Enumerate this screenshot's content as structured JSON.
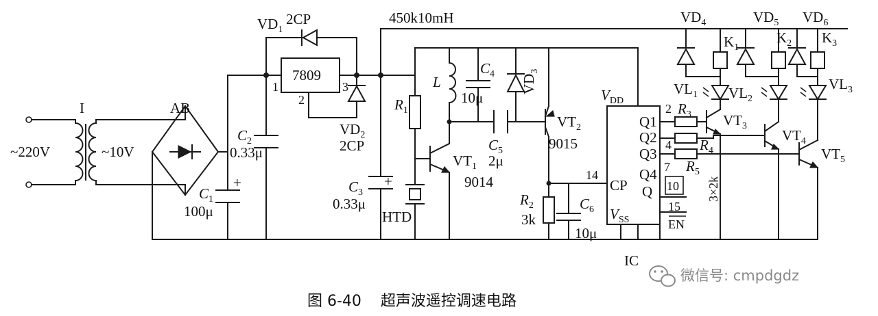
{
  "labels": {
    "transformer": "I",
    "ac_in": "~220V",
    "ac_out": "~10V",
    "bridge": "AB",
    "vd1": "VD",
    "vd1_sub": "1",
    "vd1_type": "2CP",
    "choke": "450k10mH",
    "reg": "7809",
    "reg_pin1": "1",
    "reg_pin2": "2",
    "reg_pin3": "3",
    "vd2": "VD",
    "vd2_sub": "2",
    "vd2_type": "2CP",
    "c1": "C",
    "c1_sub": "1",
    "c1_val": "100μ",
    "c1_plus": "+",
    "c2": "C",
    "c2_sub": "2",
    "c2_val": "0.33μ",
    "c3": "C",
    "c3_sub": "3",
    "c3_val": "0.33μ",
    "c3_plus": "+",
    "htd": "HTD",
    "r1": "R",
    "r1_sub": "1",
    "l": "L",
    "c4": "C",
    "c4_sub": "4",
    "c4_val": "10μ",
    "vd3": "VD",
    "vd3_sub": "3",
    "c5": "C",
    "c5_sub": "5",
    "c5_val": "2μ",
    "vt1": "VT",
    "vt1_sub": "1",
    "vt1_type": "9014",
    "vt2": "VT",
    "vt2_sub": "2",
    "vt2_type": "9015",
    "r2": "R",
    "r2_sub": "2",
    "r2_val": "3k",
    "c6": "C",
    "c6_sub": "6",
    "c6_val": "10μ",
    "ic": "IC",
    "vdd": "V",
    "vdd_sub": "DD",
    "vss": "V",
    "vss_sub": "SS",
    "cp": "CP",
    "q1": "Q1",
    "q2": "Q2",
    "q3": "Q3",
    "q4": "Q4",
    "q": "Q",
    "pin2": "2",
    "pin4": "4",
    "pin7": "7",
    "pin10": "10",
    "pin14": "14",
    "pin15": "15",
    "en": "EN",
    "r3": "R",
    "r3_sub": "3",
    "r4": "R",
    "r4_sub": "4",
    "r5": "R",
    "r5_sub": "5",
    "r_val": "3×2k",
    "vd4": "VD",
    "vd4_sub": "4",
    "vd5": "VD",
    "vd5_sub": "5",
    "vd6": "VD",
    "vd6_sub": "6",
    "k1": "K",
    "k1_sub": "1",
    "k2": "K",
    "k2_sub": "2",
    "k3": "K",
    "k3_sub": "3",
    "vl1": "VL",
    "vl1_sub": "1",
    "vl2": "VL",
    "vl2_sub": "2",
    "vl3": "VL",
    "vl3_sub": "3",
    "vt3": "VT",
    "vt3_sub": "3",
    "vt4": "VT",
    "vt4_sub": "4",
    "vt5": "VT",
    "vt5_sub": "5"
  },
  "caption": "图 6-40    超声波遥控调速电路",
  "watermark": "微信号: cmpdgdz"
}
